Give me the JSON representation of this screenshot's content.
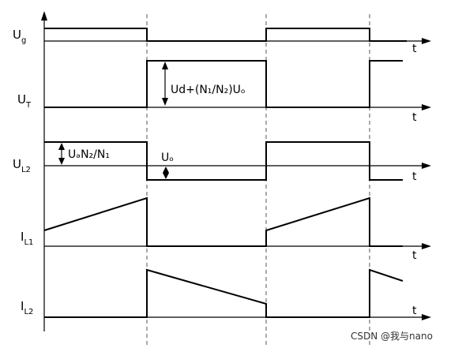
{
  "signals": [
    {
      "id": "ug",
      "label": "U",
      "sub": "g"
    },
    {
      "id": "ut",
      "label": "U",
      "sub": "T"
    },
    {
      "id": "ul2",
      "label": "U",
      "sub": "L2"
    },
    {
      "id": "il1",
      "label": "I",
      "sub": "L1"
    },
    {
      "id": "il2",
      "label": "I",
      "sub": "L2"
    }
  ],
  "time_label": "t",
  "annotations": {
    "ut_amplitude": "Ud+(N₁/N₂)Uₒ",
    "ul2_positive": "UₔN₂/N₁",
    "ul2_negative": "Uₒ"
  },
  "watermark": "CSDN @我与nano"
}
